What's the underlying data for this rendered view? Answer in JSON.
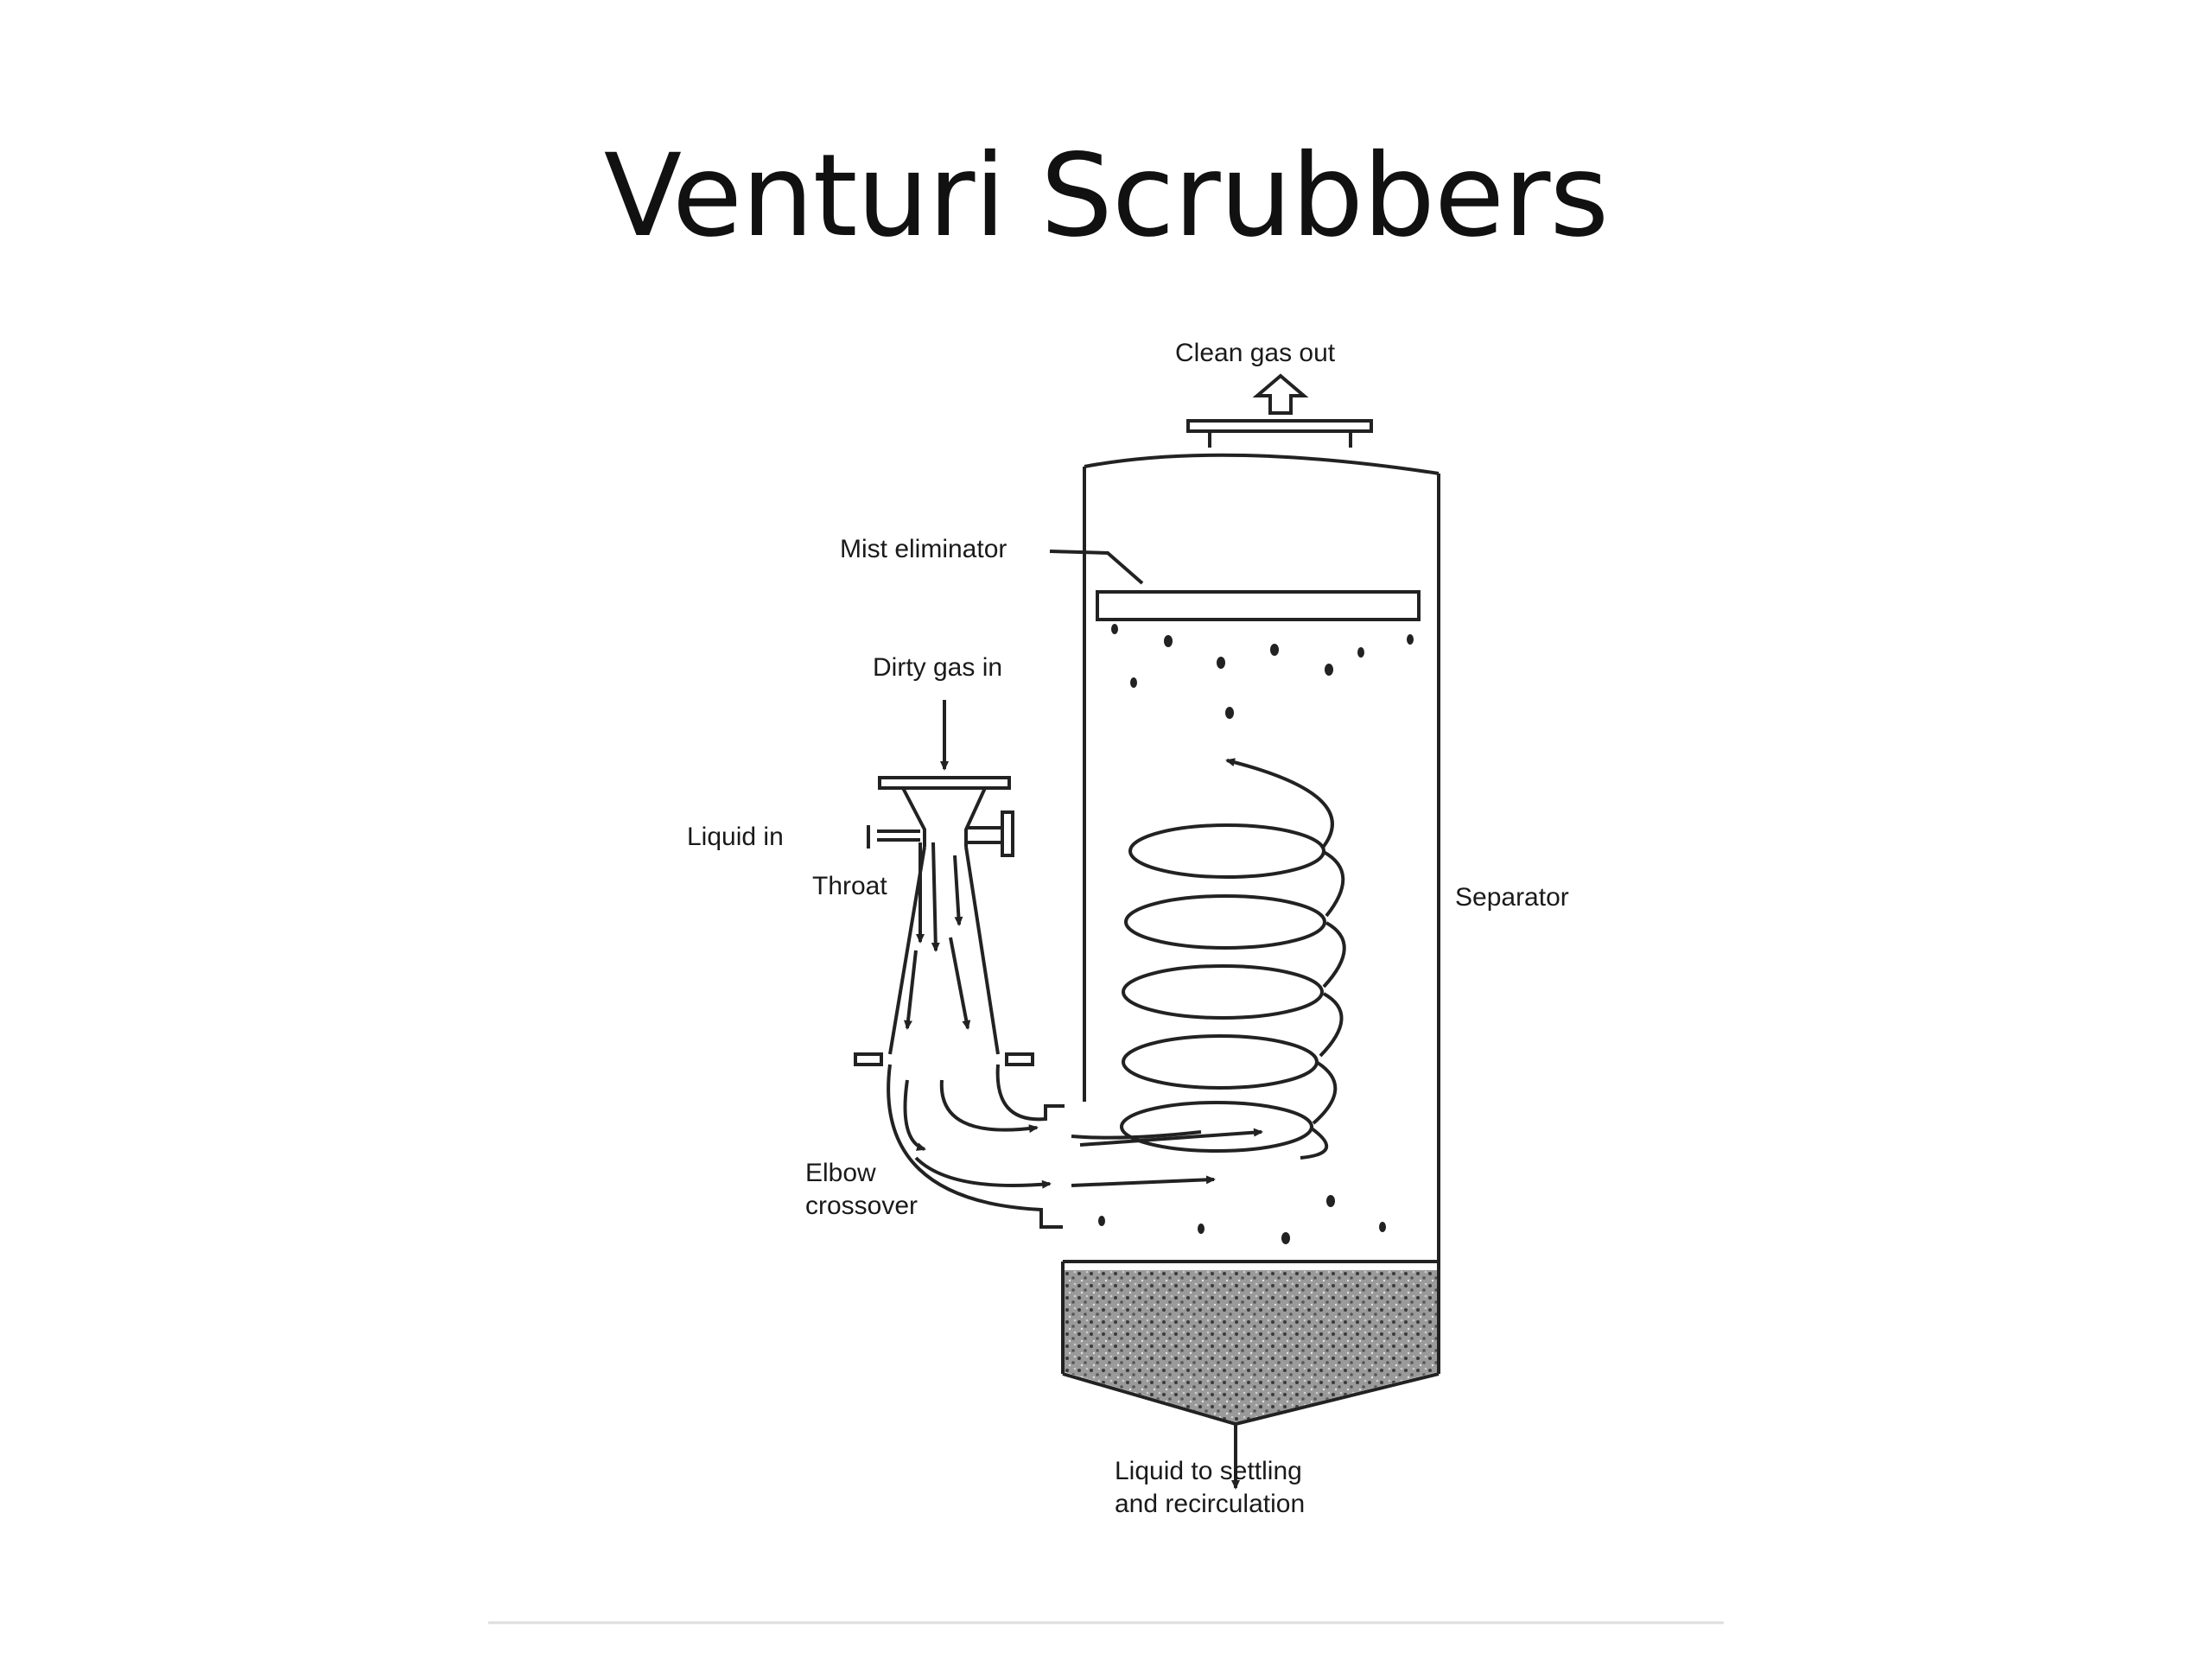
{
  "title": "Venturi Scrubbers",
  "diagram": {
    "labels": {
      "clean_gas_out": "Clean gas out",
      "mist_eliminator": "Mist eliminator",
      "dirty_gas_in": "Dirty gas in",
      "liquid_in": "Liquid in",
      "throat": "Throat",
      "separator": "Separator",
      "elbow_crossover_1": "Elbow",
      "elbow_crossover_2": "crossover",
      "liquid_out_1": "Liquid to settling",
      "liquid_out_2": "and recirculation"
    }
  }
}
